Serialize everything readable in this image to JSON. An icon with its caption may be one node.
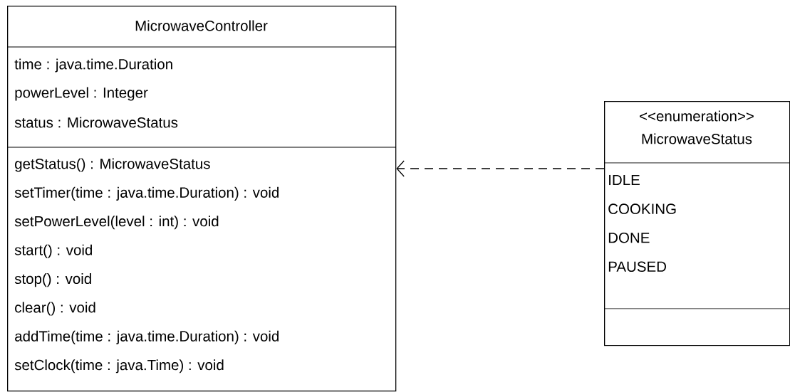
{
  "diagram": {
    "nodes": [
      {
        "text": [
          "MicrowaveController",
          "time : java.time.Duration",
          "powerLevel : Integer",
          "status : MicrowaveStatus",
          "getStatus() : MicrowaveStatus",
          "setTimer(time : java.time.Duration) : void",
          "setPowerLevel(level : int) : void",
          "start() : void",
          "stop() : void",
          "clear() : void",
          "addTime(time : java.time.Duration) : void",
          "setClock(time : java.Time) : void"
        ]
      },
      {
        "text": [
          "<<enumeration>>",
          "MicrowaveStatus",
          "IDLE",
          "COOKING",
          "DONE",
          "PAUSED"
        ]
      }
    ],
    "edges": [
      {
        "from": 1,
        "to": 0,
        "arrow": "to",
        "style": "dashed"
      }
    ]
  }
}
